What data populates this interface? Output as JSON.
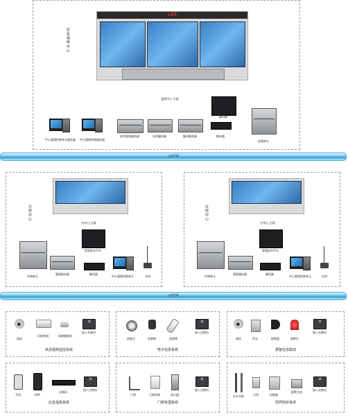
{
  "command_center": {
    "side_label": "应急指挥中心",
    "led_text": "LED",
    "wall_caption": "监控中心-主屏",
    "decoder_label": "解码器",
    "devices": [
      {
        "label": "中心管理控制单元服务器"
      },
      {
        "label": "中心管理控制服务器"
      },
      {
        "label": "综合管理服务器"
      },
      {
        "label": "应用服务器"
      },
      {
        "label": "集成服务器"
      },
      {
        "label": "解码器"
      },
      {
        "label": "存储单元"
      }
    ]
  },
  "bus_top": {
    "label": "公安专网"
  },
  "bus_mid": {
    "label": "公安专网"
  },
  "sub_left": {
    "side_label": "分控中心",
    "wall_caption": "分中心-主屏",
    "matrix_label": "视频综合平台",
    "devices": [
      {
        "label": "存储单元"
      },
      {
        "label": "管理服务器"
      },
      {
        "label": "解码器"
      },
      {
        "label": "中心管理控制单元"
      },
      {
        "label": "对讲"
      }
    ]
  },
  "sub_right": {
    "side_label": "分控中心",
    "wall_caption": "分中心-主屏",
    "matrix_label": "视频综合平台",
    "devices": [
      {
        "label": "存储单元"
      },
      {
        "label": "管理服务器"
      },
      {
        "label": "解码器"
      },
      {
        "label": "中心管理控制单元"
      },
      {
        "label": "对讲"
      }
    ]
  },
  "groups": [
    {
      "title": "高清视频监控系统",
      "items": [
        "球机",
        "半球/枪机",
        "网络摄像机",
        "接入交换机"
      ]
    },
    {
      "title": "电子巡更系统",
      "items": [
        "巡更点",
        "巡更棒",
        "巡更棒",
        "接入交换机"
      ]
    },
    {
      "title": "报警信息联动",
      "items": [
        "球机",
        "声光",
        "报警器",
        "报警灯",
        "接入交换机"
      ]
    },
    {
      "title": "应急指挥系统",
      "items": [
        "手机",
        "PDA",
        "交换机",
        "接入交换机"
      ]
    },
    {
      "title": "门禁管理系统",
      "items": [
        "门禁",
        "门禁控制",
        "读卡器",
        "接入交换机"
      ]
    },
    {
      "title": "周界防护系统",
      "items": [
        "红外对射",
        "门控",
        "控制器",
        "报警主机",
        "接入交换机"
      ]
    }
  ]
}
